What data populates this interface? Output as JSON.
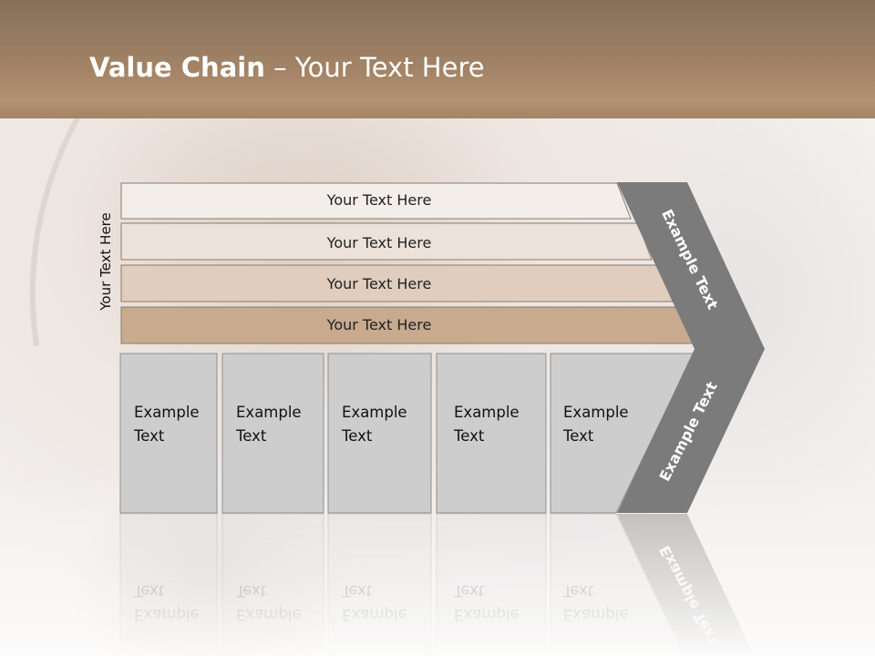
{
  "title": {
    "bold": "Value Chain",
    "rest": " – Your Text Here"
  },
  "side_label": "Your Text Here",
  "bars": [
    {
      "label": "Your Text Here"
    },
    {
      "label": "Your Text Here"
    },
    {
      "label": "Your Text Here"
    },
    {
      "label": "Your Text Here"
    }
  ],
  "boxes": [
    {
      "line1": "Example",
      "line2": "Text"
    },
    {
      "line1": "Example",
      "line2": "Text"
    },
    {
      "line1": "Example",
      "line2": "Text"
    },
    {
      "line1": "Example",
      "line2": "Text"
    },
    {
      "line1": "Example",
      "line2": "Text"
    }
  ],
  "chevron": {
    "top_label": "Example Text",
    "bottom_label": "Example Text"
  },
  "colors": {
    "title_band": "#a48466",
    "bar_fills": [
      "#f3eeea",
      "#ece2d9",
      "#e0cdbd",
      "#c8aa8f"
    ],
    "bar_stroke": "#8b7a6b",
    "box_fill": "#cdcdcd",
    "box_stroke": "#8f8f8f",
    "chevron_fill": "#7b7b7b"
  }
}
